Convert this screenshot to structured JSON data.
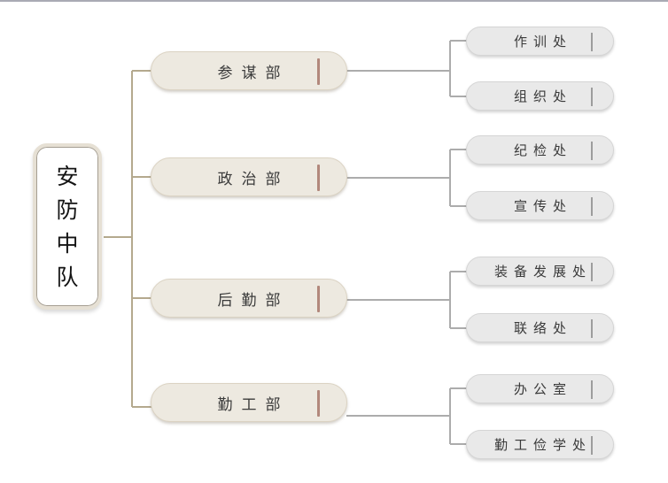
{
  "chart": {
    "type": "org-chart",
    "root": {
      "label": "安防中队",
      "chars": [
        "安",
        "防",
        "中",
        "队"
      ]
    },
    "branches": [
      {
        "label": "参谋部",
        "children": [
          {
            "label": "作训处"
          },
          {
            "label": "组织处"
          }
        ]
      },
      {
        "label": "政治部",
        "children": [
          {
            "label": "纪检处"
          },
          {
            "label": "宣传处"
          }
        ]
      },
      {
        "label": "后勤部",
        "children": [
          {
            "label": "装备发展处"
          },
          {
            "label": "联络处"
          }
        ]
      },
      {
        "label": "勤工部",
        "children": [
          {
            "label": "办公室"
          },
          {
            "label": "勤工俭学处"
          }
        ]
      }
    ],
    "colors": {
      "background": "#FFFFFF",
      "top_edge": "#A9AAB4",
      "root_border": "#E6E0D4",
      "root_inner_line": "#A59E92",
      "branch_fill": "#EDE9E0",
      "branch_border": "#DBD3C3",
      "branch_accent_bar": "#B2887C",
      "child_fill": "#E9E9E9",
      "child_border": "#D5D5D5",
      "child_accent_bar": "#9D9D9D",
      "left_connector": "#B4A98E",
      "right_connector": "#ACACAC",
      "text": "#3A3A3A"
    }
  }
}
